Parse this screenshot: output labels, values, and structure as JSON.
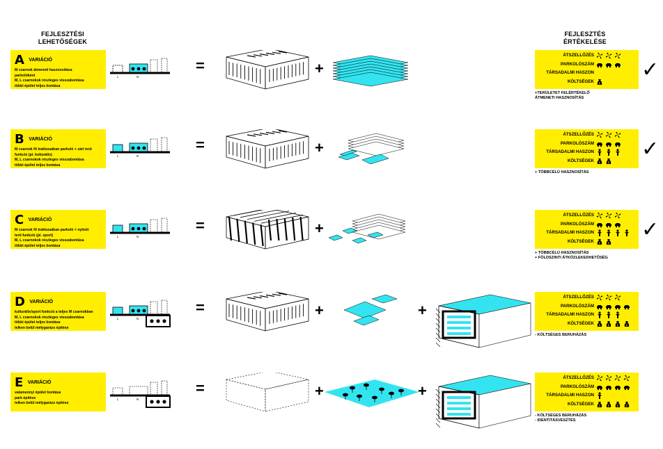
{
  "header_left": [
    "FEJLESZTÉSI",
    "LEHETŐSÉGEK"
  ],
  "header_right": [
    "FEJLESZTÉS",
    "ÉRTÉKELÉSE"
  ],
  "variation_word": "VARIÁCIÓ",
  "symbols": {
    "equals": "=",
    "plus": "+"
  },
  "check_mark": "✓",
  "criteria": [
    "ÁTSZELLŐZÉS",
    "PARKOLÓSZÁM",
    "TÁRSADALMI HASZON",
    "KÖLTSÉGEK"
  ],
  "icon_names": [
    "ventilation-fan-icon",
    "car-icon",
    "person-icon",
    "money-bag-icon"
  ],
  "scale_labels": [
    "L",
    "N"
  ],
  "colors": {
    "yellow": "#ffee00",
    "cyan": "#33e4f0",
    "black": "#000000"
  },
  "variations": [
    {
      "letter": "A",
      "desc": [
        "M csarnok átmeneti hasznosítása",
        "parkolóként",
        "M, L csarnokok részleges visszabontása",
        "többi épület teljes bontása"
      ],
      "ratings": [
        3,
        3,
        0,
        1
      ],
      "notes": [
        "+TERÜLETET FELÉRTÉKELŐ",
        "ÁTMENETI HASZNOSÍTÁS"
      ],
      "check": true,
      "extra_plus": false
    },
    {
      "letter": "B",
      "desc": [
        "M csarnok fő traktusaiban parkoló + zárt terű",
        "funkció (pl. kulturális)",
        "M, L csarnokok részleges visszabontása",
        "többi épület teljes bontása"
      ],
      "ratings": [
        3,
        3,
        3,
        2
      ],
      "notes": [
        "+ TÖBBCÉLÚ HASZNOSÍTÁS"
      ],
      "check": true,
      "extra_plus": false
    },
    {
      "letter": "C",
      "desc": [
        "M csarnok fő traktusaiban parkoló + nyitott",
        "terű funkció (pl. sport)",
        "M, L csarnokok részleges visszabontása",
        "többi épület teljes bontása"
      ],
      "ratings": [
        3,
        3,
        4,
        2
      ],
      "notes": [
        "+ TÖBBCÉLÚ HASZNOSÍTÁS",
        "+ FÖLDSZINTI ÁTKÖZLEKEDHETŐSÉG"
      ],
      "check": true,
      "extra_plus": false
    },
    {
      "letter": "D",
      "desc": [
        "kulturális/sport funkció a teljes M csarnokban",
        "M, L csarnokok részleges visszabontása",
        "többi épület teljes bontása",
        "telken belül mélygarázs építése"
      ],
      "ratings": [
        3,
        4,
        3,
        4
      ],
      "notes": [
        "- KÖLTSÉGES BERUHÁZÁS"
      ],
      "check": false,
      "extra_plus": true
    },
    {
      "letter": "E",
      "desc": [
        "valamennyi épület bontása",
        "park építése",
        "telken belül mélygarázs építése"
      ],
      "ratings": [
        4,
        4,
        1,
        4
      ],
      "notes": [
        "- KÖLTSÉGES BERUHÁZÁS",
        "- IDENTITÁSVESZTÉS"
      ],
      "check": false,
      "extra_plus": true
    }
  ]
}
